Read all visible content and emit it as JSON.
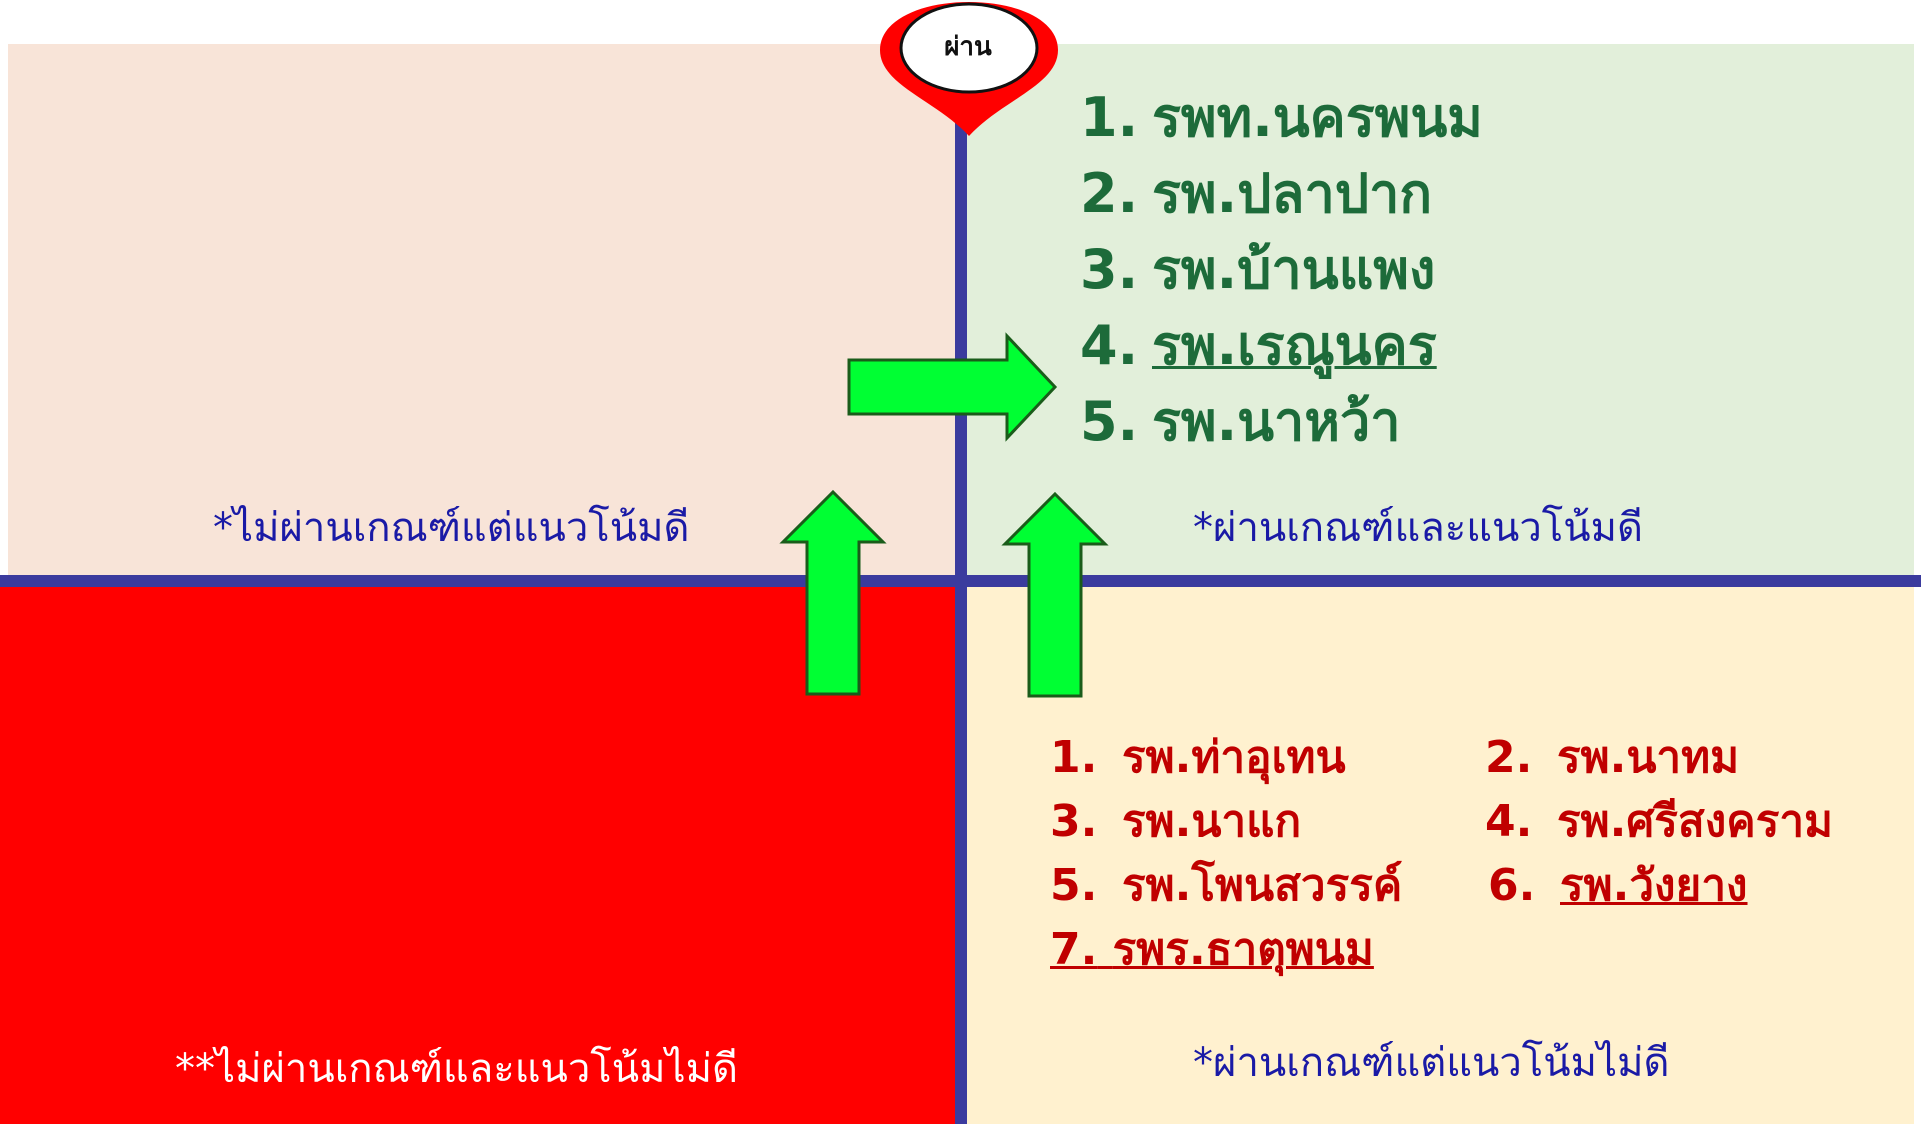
{
  "pin": {
    "label": "ผ่าน"
  },
  "quadrants": {
    "top_left": {
      "caption": "*ไม่ผ่านเกณฑ์แต่แนวโน้มดี"
    },
    "top_right": {
      "caption": "*ผ่านเกณฑ์และแนวโน้มดี",
      "items": [
        {
          "num": "1.",
          "name": "รพท.นครพนม",
          "underlined": false
        },
        {
          "num": "2.",
          "name": "รพ.ปลาปาก",
          "underlined": false
        },
        {
          "num": "3.",
          "name": "รพ.บ้านแพง",
          "underlined": false
        },
        {
          "num": "4.",
          "name": "รพ.เรณูนคร",
          "underlined": true
        },
        {
          "num": "5.",
          "name": "รพ.นาหว้า",
          "underlined": false
        }
      ]
    },
    "bottom_left": {
      "caption": "**ไม่ผ่านเกณฑ์และแนวโน้มไม่ดี"
    },
    "bottom_right": {
      "caption": "*ผ่านเกณฑ์แต่แนวโน้มไม่ดี",
      "items": [
        {
          "num": "1.",
          "name": "รพ.ท่าอุเทน",
          "underlined": false
        },
        {
          "num": "2.",
          "name": "รพ.นาทม",
          "underlined": false
        },
        {
          "num": "3.",
          "name": "รพ.นาแก",
          "underlined": false
        },
        {
          "num": "4.",
          "name": "รพ.ศรีสงคราม",
          "underlined": false
        },
        {
          "num": "5.",
          "name": "รพ.โพนสวรรค์",
          "underlined": false
        },
        {
          "num": "6.",
          "name": "รพ.วังยาง",
          "underlined": true
        },
        {
          "num": "7.",
          "name": "รพร.ธาตุพนม",
          "underlined": true
        }
      ]
    }
  },
  "colors": {
    "top_left_bg": "#f8e4d8",
    "top_right_bg": "#e2efda",
    "bottom_left_bg": "#ff0000",
    "bottom_right_bg": "#fff1cf",
    "axis": "#3b3b9e",
    "arrow_fill": "#00ff33",
    "pass_text": "#1d6b3a",
    "fail_text": "#c00000",
    "caption_text": "#1a1aa6"
  }
}
